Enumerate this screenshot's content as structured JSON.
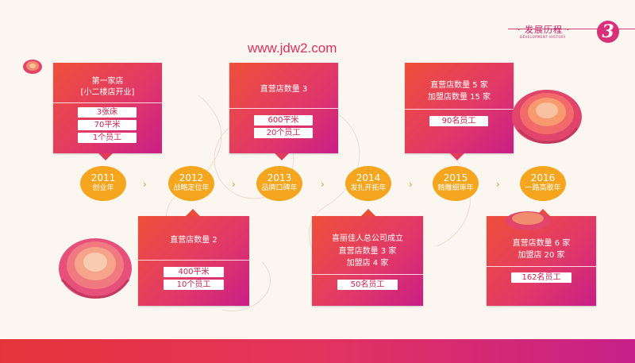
{
  "header": {
    "title": "· 发展历程 ·",
    "subtitle": "DEVELOPMENT HISTORY",
    "badge": "3"
  },
  "url": "www.jdw2.com",
  "cards_top": [
    {
      "lines": [
        "第一家店",
        "[小二楼店开业]"
      ],
      "pills": [
        "3张床",
        "70平米",
        "1个员工"
      ]
    },
    {
      "lines": [
        "直营店数量 3"
      ],
      "pills": [
        "600平米",
        "20个员工"
      ]
    },
    {
      "lines": [
        "直营店数量 5 家",
        "加盟店数量 15 家"
      ],
      "pills": [
        "90名员工"
      ]
    }
  ],
  "cards_bottom": [
    {
      "lines": [
        "直营店数量 2"
      ],
      "pills": [
        "400平米",
        "10个员工"
      ]
    },
    {
      "lines": [
        "喜丽佳人总公司成立",
        "直营店数量 3 家",
        "加盟店 4 家"
      ],
      "pills": [
        "50名员工"
      ]
    },
    {
      "lines": [
        "直营店数量 6 家",
        "加盟店 20 家"
      ],
      "pills": [
        "162名员工"
      ]
    }
  ],
  "timeline": [
    {
      "year": "2011",
      "name": "创业年"
    },
    {
      "year": "2012",
      "name": "战略定位年"
    },
    {
      "year": "2013",
      "name": "品牌口碑年"
    },
    {
      "year": "2014",
      "name": "发扎开拓年"
    },
    {
      "year": "2015",
      "name": "精雕细琢年"
    },
    {
      "year": "2016",
      "name": "一路高歌年"
    }
  ],
  "chevron": "›",
  "colors": {
    "accent": "#e23a66",
    "gold": "#f5a51e",
    "magenta": "#c81f86"
  }
}
